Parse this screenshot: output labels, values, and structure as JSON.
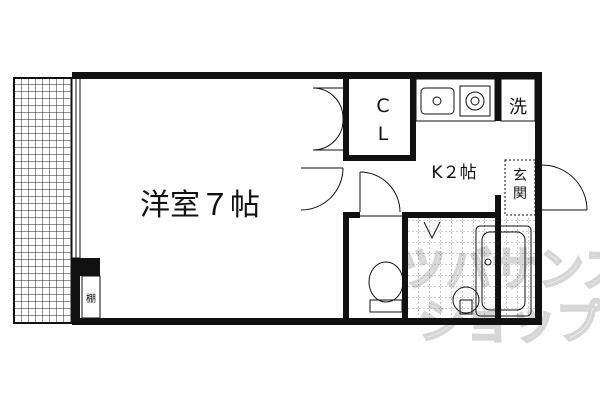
{
  "floor_plan": {
    "rooms": {
      "western_room": "洋室７帖",
      "closet": [
        "C",
        "L"
      ],
      "kitchen": "K２帖",
      "washer": "洗",
      "entrance": [
        "玄",
        "関"
      ],
      "shelf": "棚"
    },
    "watermark": [
      "ツバサンズ",
      "ショップ"
    ]
  }
}
